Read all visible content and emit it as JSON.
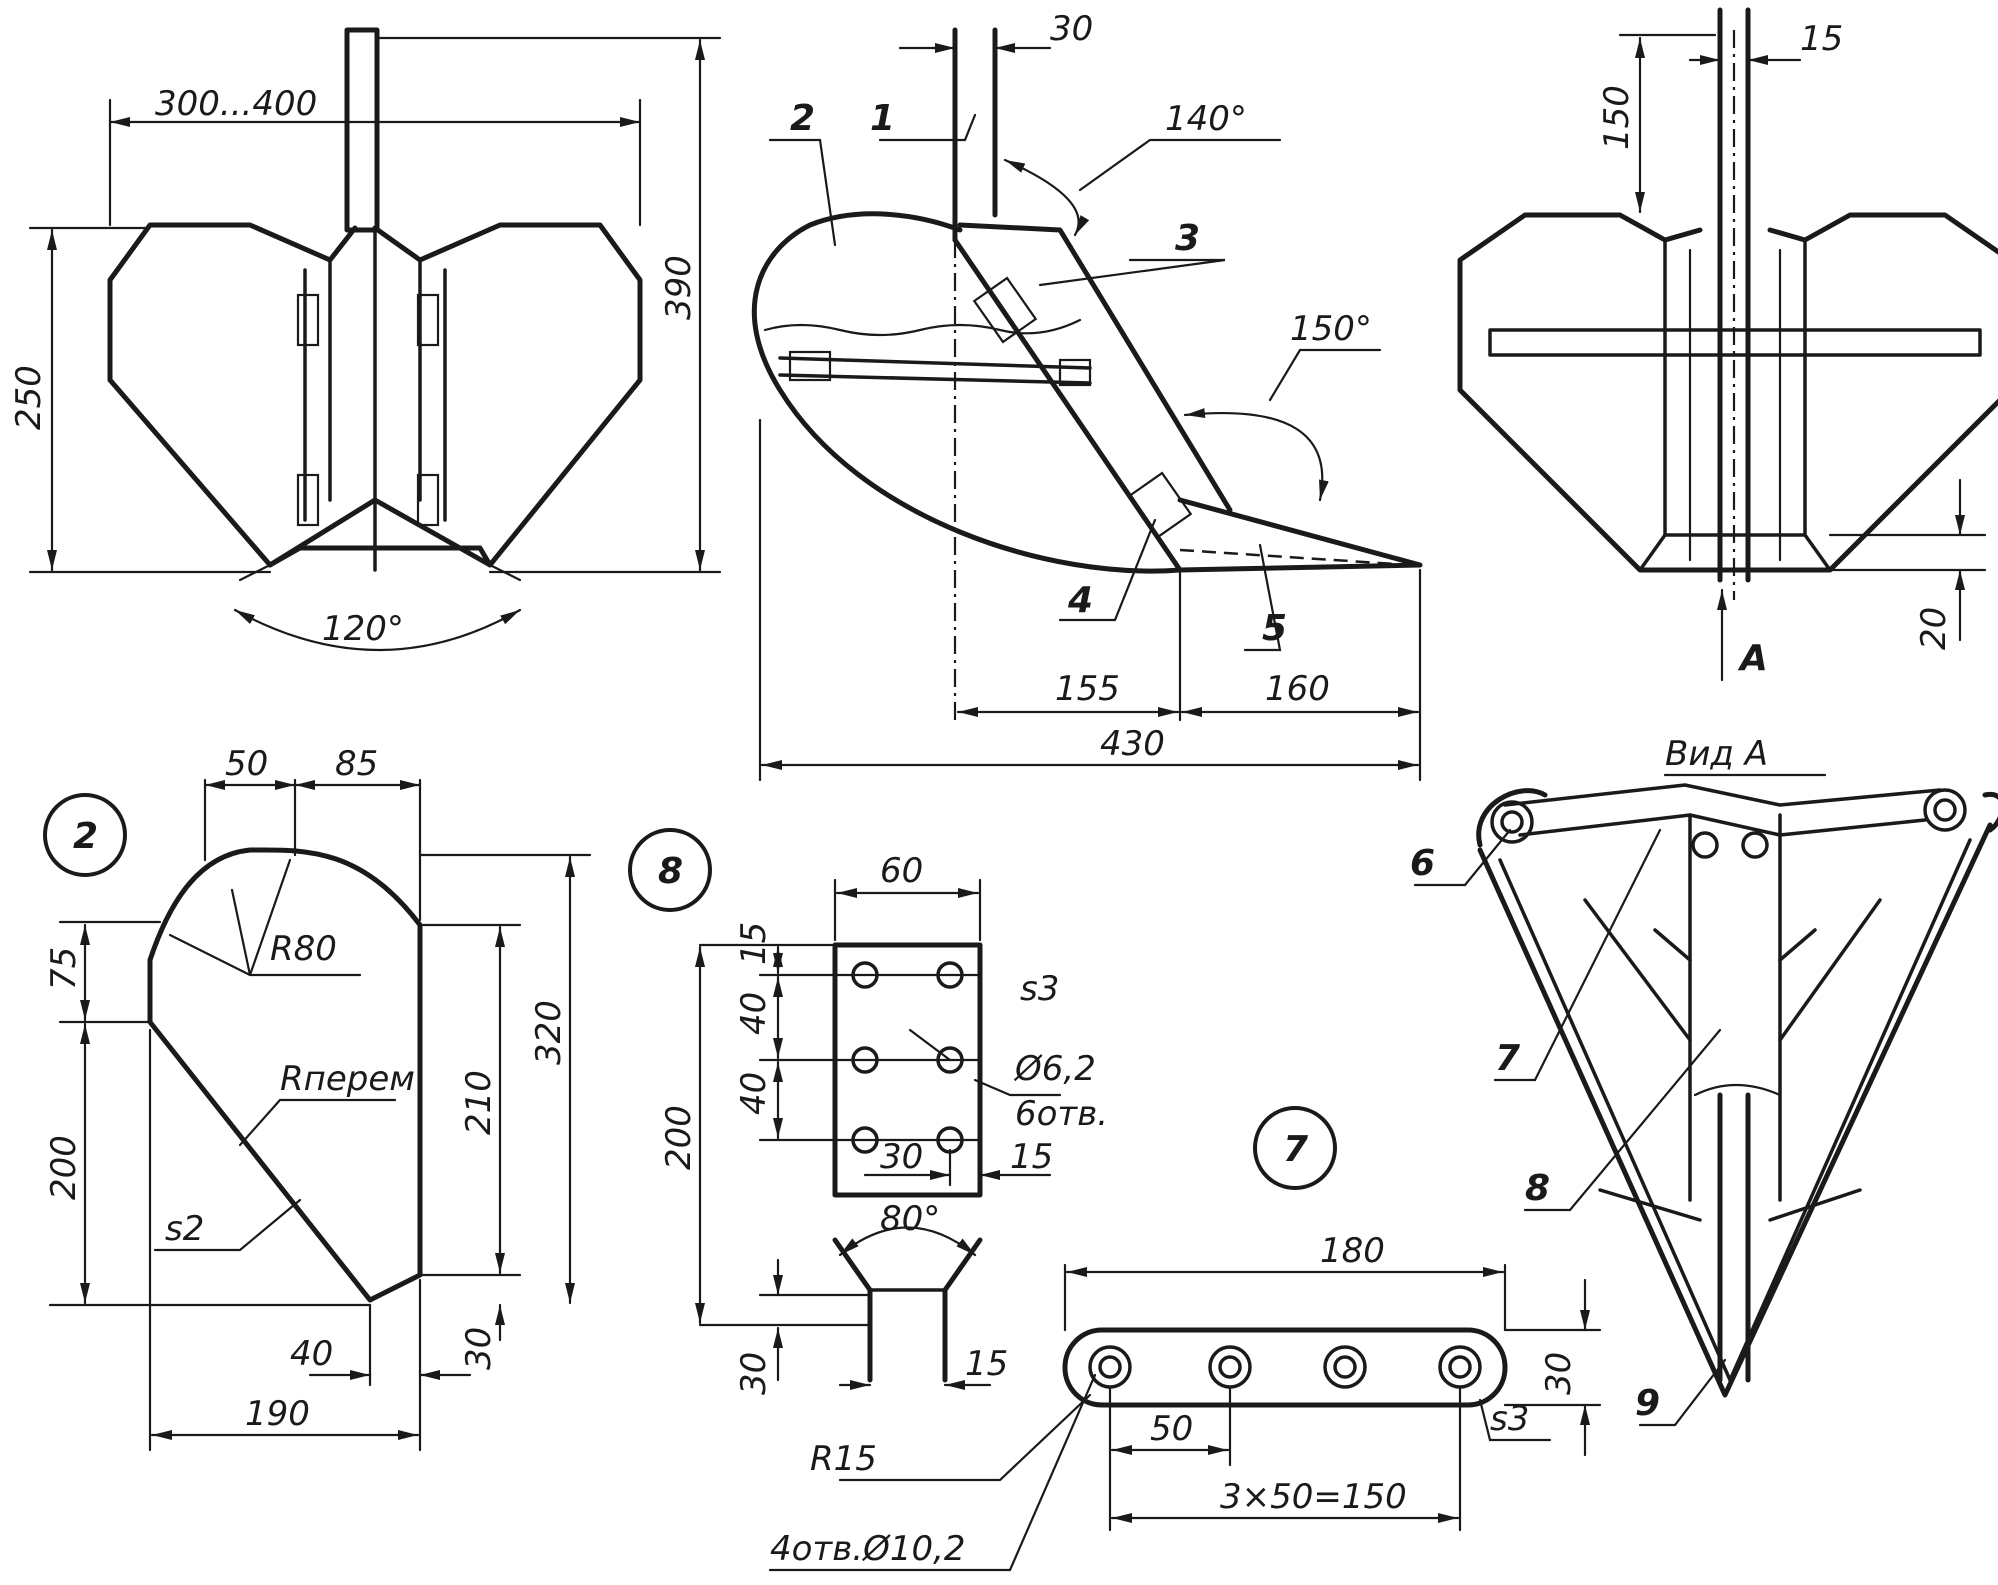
{
  "view_front": {
    "dim_width": "300...400",
    "dim_height_wing": "250",
    "dim_height_total": "390",
    "angle_bottom": "120°"
  },
  "view_side": {
    "parts": [
      "1",
      "2",
      "3",
      "4",
      "5"
    ],
    "dim_rod": "30",
    "angle_top": "140°",
    "angle_bottom": "150°",
    "dim_155": "155",
    "dim_160": "160",
    "dim_430": "430"
  },
  "view_back": {
    "dim_15": "15",
    "dim_150": "150",
    "dim_20": "20",
    "arrow_label": "A"
  },
  "part_2": {
    "badge": "2",
    "dim_50": "50",
    "dim_85": "85",
    "radius": "R80",
    "radius_var": "Rперем",
    "dim_75": "75",
    "dim_200": "200",
    "dim_210": "210",
    "dim_320": "320",
    "dim_40": "40",
    "dim_30": "30",
    "dim_190": "190",
    "thickness": "s2"
  },
  "part_8": {
    "badge": "8",
    "dim_60": "60",
    "dim_15_top": "15",
    "dim_40a": "40",
    "dim_40b": "40",
    "dim_200": "200",
    "thickness": "s3",
    "hole_dia": "Ø6,2",
    "hole_count": "6отв.",
    "dim_30": "30",
    "dim_15_right": "15",
    "angle": "80°",
    "dim_30_bottom": "30",
    "dim_15_bottom": "15"
  },
  "part_7": {
    "badge": "7",
    "dim_180": "180",
    "dim_30": "30",
    "dim_50": "50",
    "dim_pitch": "3×50=150",
    "radius": "R15",
    "holes": "4отв.Ø10,2",
    "thickness": "s3"
  },
  "view_a": {
    "title": "Вид А",
    "parts": [
      "6",
      "7",
      "8",
      "9"
    ]
  }
}
